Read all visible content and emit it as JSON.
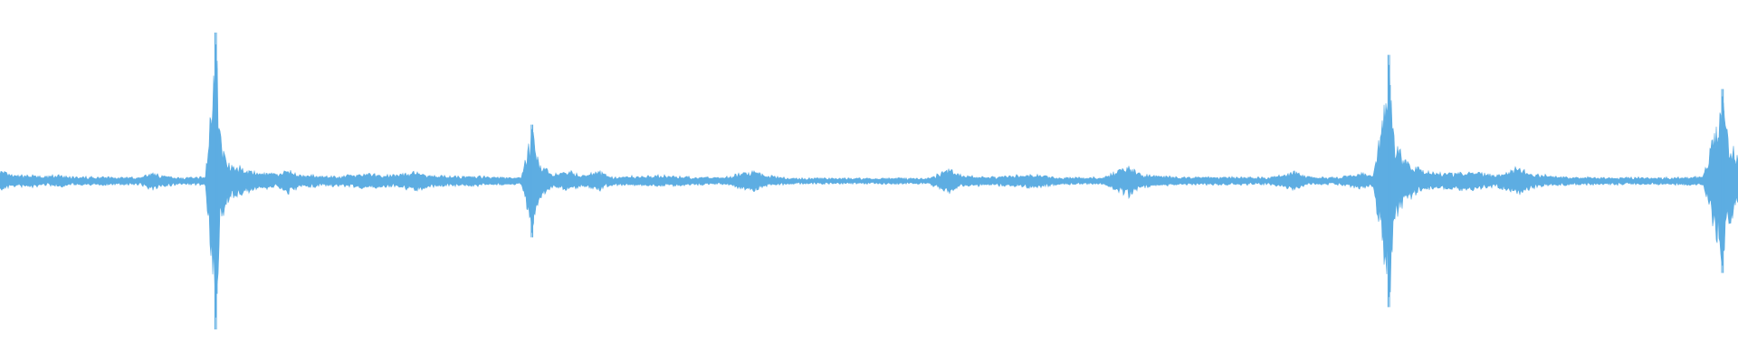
{
  "colors": {
    "waveform": "#5dade2",
    "background": "#ffffff"
  },
  "chart_data": {
    "type": "area",
    "subtype": "audio-waveform",
    "amplitude_range": [
      -1,
      1
    ],
    "axes_visible": false,
    "grid": false,
    "legend": "none",
    "baseline_noise": 0.015,
    "envelope": [
      [
        0.0,
        0.07
      ],
      [
        0.005,
        0.04
      ],
      [
        0.01,
        0.03
      ],
      [
        0.017,
        0.035
      ],
      [
        0.025,
        0.02
      ],
      [
        0.032,
        0.035
      ],
      [
        0.04,
        0.02
      ],
      [
        0.06,
        0.02
      ],
      [
        0.08,
        0.015
      ],
      [
        0.088,
        0.055
      ],
      [
        0.093,
        0.03
      ],
      [
        0.105,
        0.015
      ],
      [
        0.118,
        0.02
      ],
      [
        0.1245,
        1.0
      ],
      [
        0.1265,
        0.35
      ],
      [
        0.13,
        0.16
      ],
      [
        0.135,
        0.11
      ],
      [
        0.145,
        0.06
      ],
      [
        0.16,
        0.04
      ],
      [
        0.166,
        0.08
      ],
      [
        0.172,
        0.035
      ],
      [
        0.195,
        0.025
      ],
      [
        0.21,
        0.045
      ],
      [
        0.225,
        0.03
      ],
      [
        0.238,
        0.06
      ],
      [
        0.25,
        0.03
      ],
      [
        0.275,
        0.025
      ],
      [
        0.29,
        0.02
      ],
      [
        0.3,
        0.015
      ],
      [
        0.3065,
        0.38
      ],
      [
        0.31,
        0.12
      ],
      [
        0.318,
        0.04
      ],
      [
        0.328,
        0.07
      ],
      [
        0.335,
        0.03
      ],
      [
        0.345,
        0.06
      ],
      [
        0.352,
        0.02
      ],
      [
        0.38,
        0.03
      ],
      [
        0.4,
        0.02
      ],
      [
        0.416,
        0.015
      ],
      [
        0.434,
        0.07
      ],
      [
        0.44,
        0.03
      ],
      [
        0.455,
        0.008
      ],
      [
        0.5,
        0.004
      ],
      [
        0.52,
        0.003
      ],
      [
        0.535,
        0.015
      ],
      [
        0.546,
        0.08
      ],
      [
        0.553,
        0.03
      ],
      [
        0.57,
        0.02
      ],
      [
        0.596,
        0.04
      ],
      [
        0.61,
        0.015
      ],
      [
        0.635,
        0.015
      ],
      [
        0.6495,
        0.11
      ],
      [
        0.656,
        0.04
      ],
      [
        0.68,
        0.015
      ],
      [
        0.71,
        0.02
      ],
      [
        0.73,
        0.015
      ],
      [
        0.745,
        0.06
      ],
      [
        0.752,
        0.02
      ],
      [
        0.77,
        0.015
      ],
      [
        0.784,
        0.05
      ],
      [
        0.79,
        0.03
      ],
      [
        0.7995,
        0.85
      ],
      [
        0.802,
        0.32
      ],
      [
        0.808,
        0.15
      ],
      [
        0.818,
        0.07
      ],
      [
        0.83,
        0.05
      ],
      [
        0.848,
        0.06
      ],
      [
        0.86,
        0.03
      ],
      [
        0.874,
        0.1
      ],
      [
        0.882,
        0.04
      ],
      [
        0.9,
        0.02
      ],
      [
        0.93,
        0.015
      ],
      [
        0.96,
        0.015
      ],
      [
        0.98,
        0.02
      ],
      [
        0.9915,
        0.62
      ],
      [
        0.994,
        0.35
      ],
      [
        0.997,
        0.25
      ],
      [
        1.0,
        0.15
      ]
    ]
  }
}
